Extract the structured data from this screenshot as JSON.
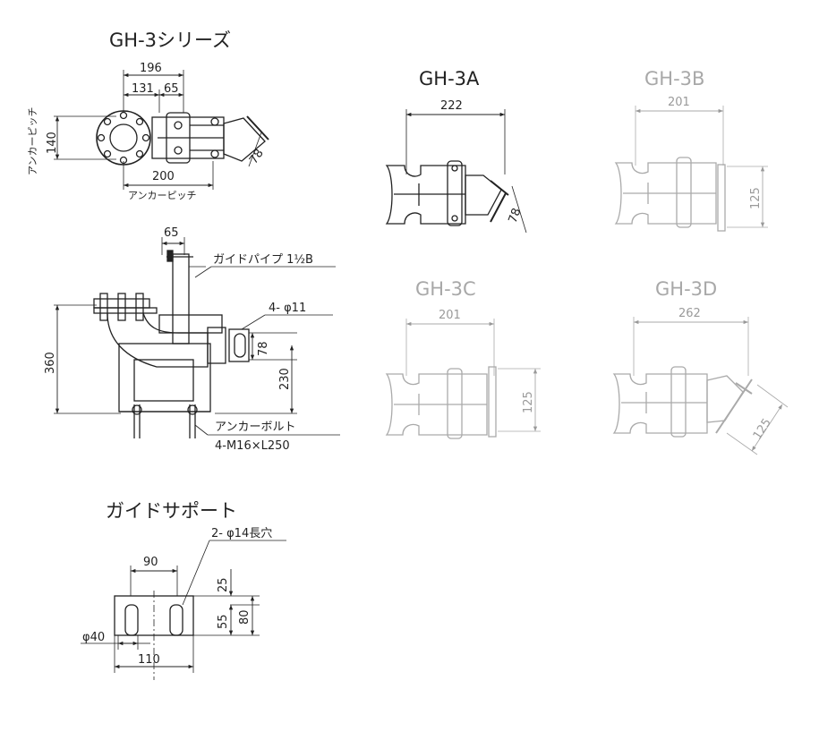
{
  "series_title": "GH-3シリーズ",
  "top_view": {
    "dim_196": "196",
    "dim_131": "131",
    "dim_65": "65",
    "dim_140": "140",
    "anchor_pitch_vertical": "アンカーピッチ",
    "dim_200": "200",
    "anchor_pitch_horizontal": "アンカーピッチ",
    "dim_78": "78"
  },
  "side_view": {
    "dim_65": "65",
    "guide_pipe_label": "ガイドパイプ 1½B",
    "hole_label": "4- φ11",
    "dim_78": "78",
    "dim_360": "360",
    "dim_230": "230",
    "anchor_bolt_label": "アンカーボルト",
    "anchor_bolt_spec": "4-M16×L250"
  },
  "variants": {
    "gh3a": {
      "title": "GH-3A",
      "width": "222",
      "flange": "78"
    },
    "gh3b": {
      "title": "GH-3B",
      "width": "201",
      "flange": "125"
    },
    "gh3c": {
      "title": "GH-3C",
      "width": "201",
      "flange": "125"
    },
    "gh3d": {
      "title": "GH-3D",
      "width": "262",
      "flange": "125"
    }
  },
  "guide_support": {
    "title": "ガイドサポート",
    "slot_label": "2- φ14長穴",
    "dim_90": "90",
    "dim_25": "25",
    "dim_55": "55",
    "dim_80": "80",
    "dim_40": "φ40",
    "dim_110": "110"
  },
  "colors": {
    "ink": "#222222",
    "grey": "#a0a0a0"
  }
}
